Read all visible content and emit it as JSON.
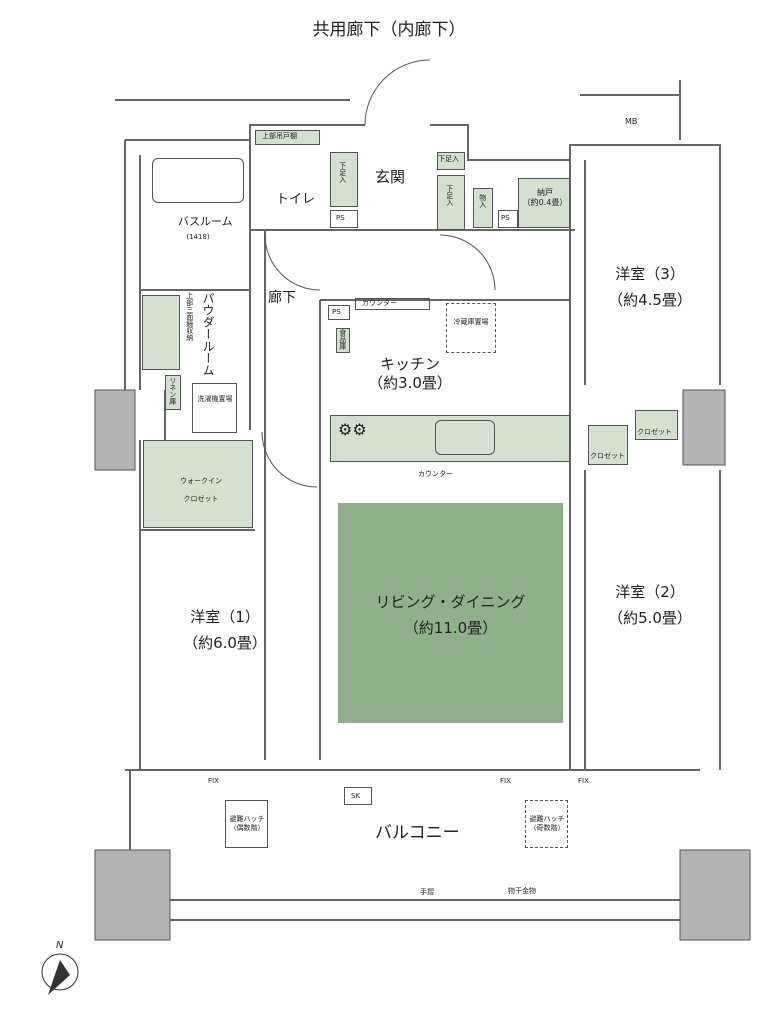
{
  "title": "共用廊下（内廊下）",
  "colors": {
    "room_green": "#8fb08a",
    "storage_green": "#d4e0d0",
    "wall": "#888888",
    "pillar": "#b4b4b4"
  },
  "labels": {
    "mb": "MB",
    "top_cabinet": "上部吊戸棚",
    "toilet": "トイレ",
    "shoe1": "下足入",
    "shoe2": "下足入",
    "shoe3": "下足入",
    "entrance": "玄関",
    "storage": "物入",
    "ps1": "PS",
    "ps2": "PS",
    "ps3": "PS",
    "closet_small": "納戸",
    "closet_small_size": "（約0.4畳）",
    "bath": "バスルーム",
    "bath_size": "(1418)",
    "hallway": "廊下",
    "counter1": "カウンター",
    "counter2": "カウンター",
    "fridge": "冷蔵庫置場",
    "pantry": "食品庫",
    "kitchen": "キッチン",
    "kitchen_size": "（約3.0畳）",
    "powder": "パウダールーム",
    "mirror": "上部三面鏡収納",
    "linen": "リネン庫",
    "washer": "洗濯機置場",
    "wic": "ウォークイン",
    "wic2": "クロゼット",
    "room1": "洋室（1）",
    "room1_size": "（約6.0畳）",
    "ld": "リビング・ダイニング",
    "ld_size": "（約11.0畳）",
    "room2": "洋室（2）",
    "room2_size": "（約5.0畳）",
    "room3": "洋室（3）",
    "room3_size": "（約4.5畳）",
    "closet_a": "クロゼット",
    "closet_b": "クロゼット",
    "fix1": "FIX",
    "fix2": "FIX",
    "fix3": "FIX",
    "sk": "SK",
    "hatch_even": "避難ハッチ（偶数階）",
    "hatch_odd": "避難ハッチ（奇数階）",
    "balcony": "バルコニー",
    "handrail": "手摺",
    "laundry_rail": "物干金物",
    "north": "N"
  }
}
